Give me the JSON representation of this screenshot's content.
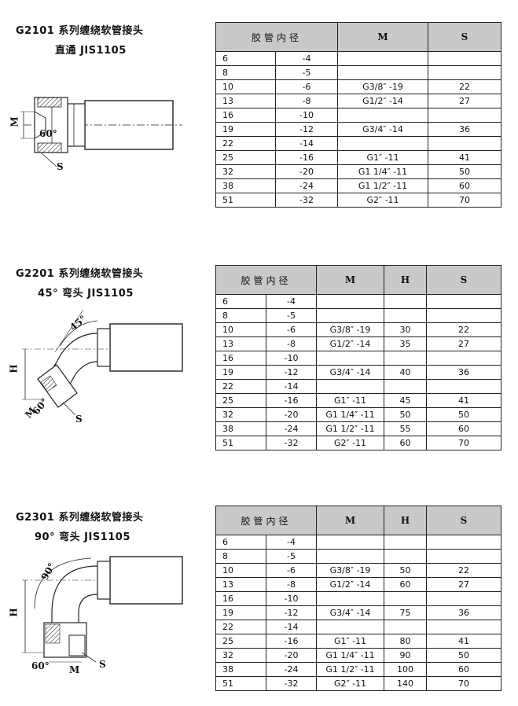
{
  "sections": [
    {
      "title_line1": "G2101 系列缠绕软管接头",
      "title_line2": "直通  JIS1105",
      "diagram_labels": {
        "m": "M",
        "angle": "60°",
        "s": "S"
      },
      "headers": {
        "hose": "胶管内径",
        "m": "M",
        "s": "S"
      },
      "rows": [
        {
          "size": "6",
          "dash": "-4",
          "m": "",
          "s": ""
        },
        {
          "size": "8",
          "dash": "-5",
          "m": "",
          "s": ""
        },
        {
          "size": "10",
          "dash": "-6",
          "m": "G3/8″ -19",
          "s": "22"
        },
        {
          "size": "13",
          "dash": "-8",
          "m": "G1/2″ -14",
          "s": "27"
        },
        {
          "size": "16",
          "dash": "-10",
          "m": "",
          "s": ""
        },
        {
          "size": "19",
          "dash": "-12",
          "m": "G3/4″ -14",
          "s": "36"
        },
        {
          "size": "22",
          "dash": "-14",
          "m": "",
          "s": ""
        },
        {
          "size": "25",
          "dash": "-16",
          "m": "G1″ -11",
          "s": "41"
        },
        {
          "size": "32",
          "dash": "-20",
          "m": "G1  1/4″ -11",
          "s": "50"
        },
        {
          "size": "38",
          "dash": "-24",
          "m": "G1  1/2″ -11",
          "s": "60"
        },
        {
          "size": "51",
          "dash": "-32",
          "m": "G2″ -11",
          "s": "70"
        }
      ]
    },
    {
      "title_line1": "G2201 系列缠绕软管接头",
      "title_line2": "45°  弯头  JIS1105",
      "diagram_labels": {
        "angle_top": "45°",
        "h": "H",
        "angle": "60°",
        "m": "M",
        "s": "S"
      },
      "headers": {
        "hose": "胶管内径",
        "m": "M",
        "h": "H",
        "s": "S"
      },
      "rows": [
        {
          "size": "6",
          "dash": "-4",
          "m": "",
          "h": "",
          "s": ""
        },
        {
          "size": "8",
          "dash": "-5",
          "m": "",
          "h": "",
          "s": ""
        },
        {
          "size": "10",
          "dash": "-6",
          "m": "G3/8″ -19",
          "h": "30",
          "s": "22"
        },
        {
          "size": "13",
          "dash": "-8",
          "m": "G1/2″ -14",
          "h": "35",
          "s": "27"
        },
        {
          "size": "16",
          "dash": "-10",
          "m": "",
          "h": "",
          "s": ""
        },
        {
          "size": "19",
          "dash": "-12",
          "m": "G3/4″ -14",
          "h": "40",
          "s": "36"
        },
        {
          "size": "22",
          "dash": "-14",
          "m": "",
          "h": "",
          "s": ""
        },
        {
          "size": "25",
          "dash": "-16",
          "m": "G1″ -11",
          "h": "45",
          "s": "41"
        },
        {
          "size": "32",
          "dash": "-20",
          "m": "G1  1/4″ -11",
          "h": "50",
          "s": "50"
        },
        {
          "size": "38",
          "dash": "-24",
          "m": "G1  1/2″ -11",
          "h": "55",
          "s": "60"
        },
        {
          "size": "51",
          "dash": "-32",
          "m": "G2″ -11",
          "h": "60",
          "s": "70"
        }
      ]
    },
    {
      "title_line1": "G2301 系列缠绕软管接头",
      "title_line2": "90°  弯头  JIS1105",
      "diagram_labels": {
        "angle_top": "90°",
        "h": "H",
        "angle": "60°",
        "m": "M",
        "s": "S"
      },
      "headers": {
        "hose": "胶管内径",
        "m": "M",
        "h": "H",
        "s": "S"
      },
      "rows": [
        {
          "size": "6",
          "dash": "-4",
          "m": "",
          "h": "",
          "s": ""
        },
        {
          "size": "8",
          "dash": "-5",
          "m": "",
          "h": "",
          "s": ""
        },
        {
          "size": "10",
          "dash": "-6",
          "m": "G3/8″ -19",
          "h": "50",
          "s": "22"
        },
        {
          "size": "13",
          "dash": "-8",
          "m": "G1/2″ -14",
          "h": "60",
          "s": "27"
        },
        {
          "size": "16",
          "dash": "-10",
          "m": "",
          "h": "",
          "s": ""
        },
        {
          "size": "19",
          "dash": "-12",
          "m": "G3/4″ -14",
          "h": "75",
          "s": "36"
        },
        {
          "size": "22",
          "dash": "-14",
          "m": "",
          "h": "",
          "s": ""
        },
        {
          "size": "25",
          "dash": "-16",
          "m": "G1″ -11",
          "h": "80",
          "s": "41"
        },
        {
          "size": "32",
          "dash": "-20",
          "m": "G1  1/4″ -11",
          "h": "90",
          "s": "50"
        },
        {
          "size": "38",
          "dash": "-24",
          "m": "G1  1/2″ -11",
          "h": "100",
          "s": "60"
        },
        {
          "size": "51",
          "dash": "-32",
          "m": "G2″ -11",
          "h": "140",
          "s": "70"
        }
      ]
    }
  ]
}
